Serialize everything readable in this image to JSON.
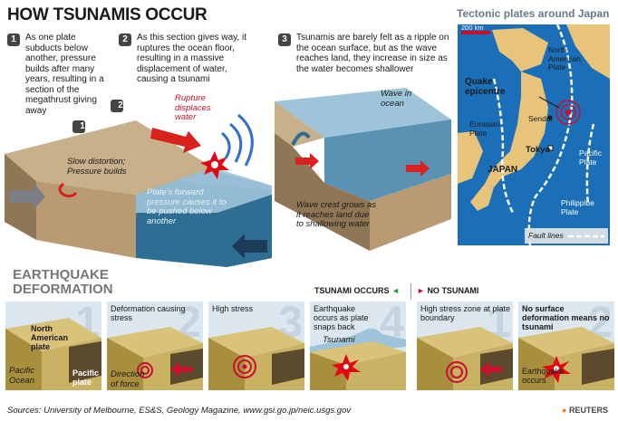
{
  "title": "HOW TSUNAMIS OCCUR",
  "steps": [
    {
      "num": "1",
      "text": "As one plate subducts below another, pressure builds after many years, resulting in a section of the megathrust giving away"
    },
    {
      "num": "2",
      "text": "As this section gives way, it ruptures the ocean floor, resulting in a massive displacement of water, causing a tsunami"
    },
    {
      "num": "3",
      "text": "Tsunamis are barely felt as a ripple on the ocean surface, but as the wave reaches land, they increase in size as the water becomes shallower"
    }
  ],
  "diagram_labels": {
    "rupture": "Rupture displaces water",
    "slow": "Slow distortion; Pressure builds",
    "forward": "Plate's forward pressure causes it to be pushed below another",
    "wave_ocean": "Wave in ocean",
    "wave_crest": "Wave crest grows as it reaches land due to shallowing water",
    "marker1": "1",
    "marker2": "2"
  },
  "map": {
    "title": "Tectonic plates around Japan",
    "scale": "200 km",
    "quake": "Quake epicentre",
    "north_american": "North American Plate",
    "eurasian": "Eurasian Plate",
    "pacific": "Pacific Plate",
    "philippine": "Philippine Plate",
    "sendai": "Sendai",
    "tokyo": "Tokyo",
    "japan": "JAPAN",
    "fault": "Fault lines"
  },
  "deformation": {
    "title_line1": "EARTHQUAKE",
    "title_line2": "DEFORMATION",
    "legend_occurs": "TSUNAMI OCCURS",
    "legend_no": "NO TSUNAMI",
    "panels": [
      {
        "caption": "",
        "num": "1",
        "labels": [
          "North American plate",
          "Pacific Ocean",
          "Pacific plate"
        ]
      },
      {
        "caption": "Deformation causing stress",
        "num": "2",
        "labels": [
          "Direction of force"
        ]
      },
      {
        "caption": "High stress",
        "num": "3",
        "labels": []
      },
      {
        "caption": "Earthquake occurs as plate snaps back",
        "num": "4",
        "labels": [
          "Tsunami"
        ]
      },
      {
        "caption": "High stress zone at plate boundary",
        "num": "1",
        "labels": []
      },
      {
        "caption": "No surface deformation means no tsunami",
        "num": "2",
        "labels": [
          "Earthquake occurs"
        ]
      }
    ]
  },
  "source": "Sources: University of Melbourne, ES&S, Geology Magazine, www.gsi.go.jp/neic.usgs.gov",
  "credit": "REUTERS",
  "colors": {
    "ocean": "#1b6eb8",
    "land": "#e8c47a",
    "red": "#c8102e",
    "sea_panel": "#2f6e93"
  }
}
